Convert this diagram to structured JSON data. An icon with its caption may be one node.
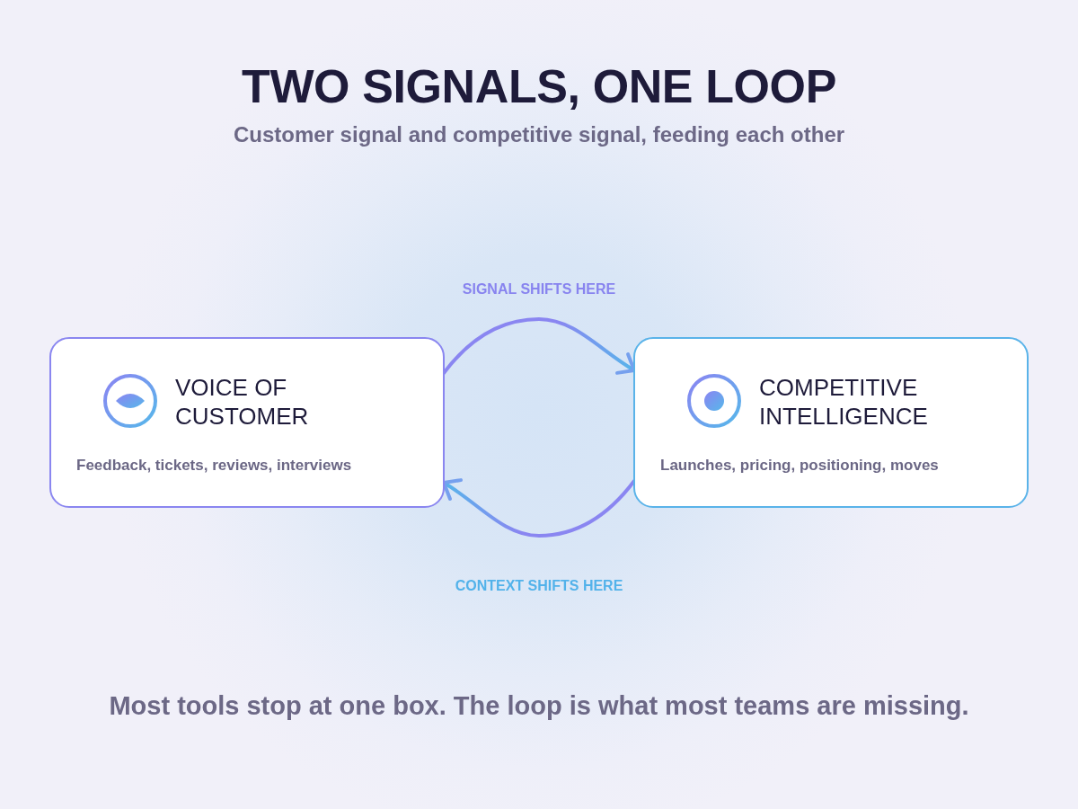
{
  "diagram": {
    "title": "TWO SIGNALS, ONE LOOP",
    "nodes": [
      {
        "text": [
          "VOICE OF CUSTOMER",
          "Feedback, tickets, reviews, interviews"
        ]
      },
      {
        "text": [
          "COMPETITIVE INTELLIGENCE",
          "Launches, pricing, positioning, moves"
        ]
      }
    ],
    "edges": [
      {
        "from": 0,
        "to": 1,
        "arrow": "to",
        "label": "SIGNAL SHIFTS HERE"
      },
      {
        "from": 1,
        "to": 0,
        "arrow": "to",
        "label": "CONTEXT SHIFTS HERE"
      }
    ],
    "labels": [
      "Customer signal and competitive signal, feeding each other",
      "Most tools stop at one box. The loop is what most teams are missing."
    ]
  }
}
